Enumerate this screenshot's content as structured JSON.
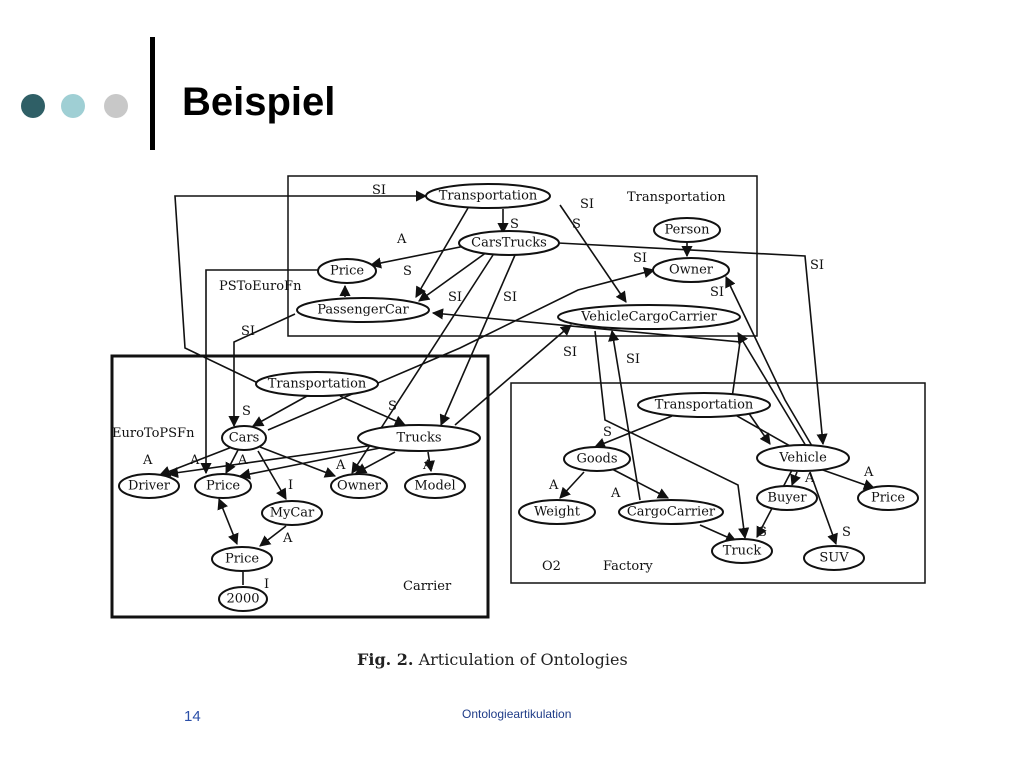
{
  "slide": {
    "title": "Beispiel",
    "number": "14",
    "footer": "Ontologieartikulation",
    "dot_colors": [
      "#2f5f66",
      "#9fcfd4",
      "#c8c8c8"
    ]
  },
  "caption": {
    "label": "Fig. 2.",
    "text": "Articulation of Ontologies"
  },
  "diagram": {
    "boxes": [
      {
        "id": "transportation",
        "labels": [
          "Transportation"
        ]
      },
      {
        "id": "carrier",
        "labels": [
          "Carrier"
        ]
      },
      {
        "id": "factory",
        "labels": [
          "O2",
          "Factory"
        ]
      }
    ],
    "nodes": [
      {
        "id": "t_transportation",
        "label": "Transportation"
      },
      {
        "id": "t_carstrucks",
        "label": "CarsTrucks"
      },
      {
        "id": "t_person",
        "label": "Person"
      },
      {
        "id": "t_price",
        "label": "Price"
      },
      {
        "id": "t_owner",
        "label": "Owner"
      },
      {
        "id": "t_passengercar",
        "label": "PassengerCar"
      },
      {
        "id": "t_vehiclecargocarrier",
        "label": "VehicleCargoCarrier"
      },
      {
        "id": "c_transportation",
        "label": "Transportation"
      },
      {
        "id": "c_cars",
        "label": "Cars"
      },
      {
        "id": "c_trucks",
        "label": "Trucks"
      },
      {
        "id": "c_driver",
        "label": "Driver"
      },
      {
        "id": "c_price",
        "label": "Price"
      },
      {
        "id": "c_owner",
        "label": "Owner"
      },
      {
        "id": "c_model",
        "label": "Model"
      },
      {
        "id": "c_mycar",
        "label": "MyCar"
      },
      {
        "id": "c_price2",
        "label": "Price"
      },
      {
        "id": "c_2000",
        "label": "2000"
      },
      {
        "id": "f_transportation",
        "label": "Transportation"
      },
      {
        "id": "f_goods",
        "label": "Goods"
      },
      {
        "id": "f_vehicle",
        "label": "Vehicle"
      },
      {
        "id": "f_weight",
        "label": "Weight"
      },
      {
        "id": "f_cargocarrier",
        "label": "CargoCarrier"
      },
      {
        "id": "f_buyer",
        "label": "Buyer"
      },
      {
        "id": "f_price",
        "label": "Price"
      },
      {
        "id": "f_truck",
        "label": "Truck"
      },
      {
        "id": "f_suv",
        "label": "SUV"
      }
    ],
    "edges": [
      {
        "from": "t_transportation",
        "to": "t_carstrucks",
        "label": "S"
      },
      {
        "from": "t_transportation",
        "to": "t_passengercar",
        "label": ""
      },
      {
        "from": "t_transportation",
        "to": "t_vehiclecargocarrier",
        "label": "S"
      },
      {
        "from": "t_carstrucks",
        "to": "t_price",
        "label": "A"
      },
      {
        "from": "t_carstrucks",
        "to": "t_passengercar",
        "label": "S"
      },
      {
        "from": "t_person",
        "to": "t_owner",
        "label": ""
      },
      {
        "from": "t_passengercar",
        "to": "t_price",
        "label": ""
      },
      {
        "from": "c_transportation",
        "to": "c_cars",
        "label": "S"
      },
      {
        "from": "c_transportation",
        "to": "c_trucks",
        "label": "S"
      },
      {
        "from": "c_cars",
        "to": "c_driver",
        "label": "A"
      },
      {
        "from": "c_cars",
        "to": "c_price",
        "label": "A"
      },
      {
        "from": "c_cars",
        "to": "c_owner",
        "label": ""
      },
      {
        "from": "c_cars",
        "to": "c_mycar",
        "label": "I"
      },
      {
        "from": "c_trucks",
        "to": "c_driver",
        "label": "A"
      },
      {
        "from": "c_trucks",
        "to": "c_price",
        "label": "A"
      },
      {
        "from": "c_trucks",
        "to": "c_owner",
        "label": "A"
      },
      {
        "from": "c_trucks",
        "to": "c_model",
        "label": "A"
      },
      {
        "from": "c_mycar",
        "to": "c_price2",
        "label": "A"
      },
      {
        "from": "c_price",
        "to": "c_price2",
        "label": ""
      },
      {
        "from": "c_price2",
        "to": "c_2000",
        "label": "I"
      },
      {
        "from": "f_transportation",
        "to": "f_goods",
        "label": "S"
      },
      {
        "from": "f_transportation",
        "to": "f_vehicle",
        "label": ""
      },
      {
        "from": "f_goods",
        "to": "f_weight",
        "label": "A"
      },
      {
        "from": "f_goods",
        "to": "f_cargocarrier",
        "label": "A"
      },
      {
        "from": "f_vehicle",
        "to": "f_buyer",
        "label": "A"
      },
      {
        "from": "f_vehicle",
        "to": "f_price",
        "label": "A"
      },
      {
        "from": "f_vehicle",
        "to": "f_truck",
        "label": "S"
      },
      {
        "from": "f_vehicle",
        "to": "f_suv",
        "label": "S"
      },
      {
        "from": "f_cargocarrier",
        "to": "f_truck",
        "label": ""
      },
      {
        "from": "c_transportation",
        "to": "t_transportation",
        "label": "SI"
      },
      {
        "from": "t_carstrucks",
        "to": "c_owner",
        "label": "SI"
      },
      {
        "from": "t_carstrucks",
        "to": "c_trucks",
        "label": "SI"
      },
      {
        "from": "t_carstrucks",
        "to": "f_vehicle",
        "label": "SI"
      },
      {
        "from": "c_trucks",
        "to": "t_vehiclecargocarrier",
        "label": "SI"
      },
      {
        "from": "c_cars",
        "to": "t_owner",
        "label": "SI"
      },
      {
        "from": "t_passengercar",
        "to": "c_cars",
        "label": "SI"
      },
      {
        "from": "f_vehicle",
        "to": "t_owner",
        "label": "SI"
      },
      {
        "from": "t_vehiclecargocarrier",
        "to": "f_truck",
        "label": "SI"
      },
      {
        "from": "f_cargocarrier",
        "to": "t_vehiclecargocarrier",
        "label": "SI"
      },
      {
        "from": "f_vehicle",
        "to": "t_vehiclecargocarrier",
        "label": ""
      },
      {
        "from": "t_price",
        "to": "c_price",
        "label": "PSToEuroFn"
      },
      {
        "from": "c_cars",
        "to": "t_price",
        "label": "EuroToPSFn"
      }
    ]
  }
}
